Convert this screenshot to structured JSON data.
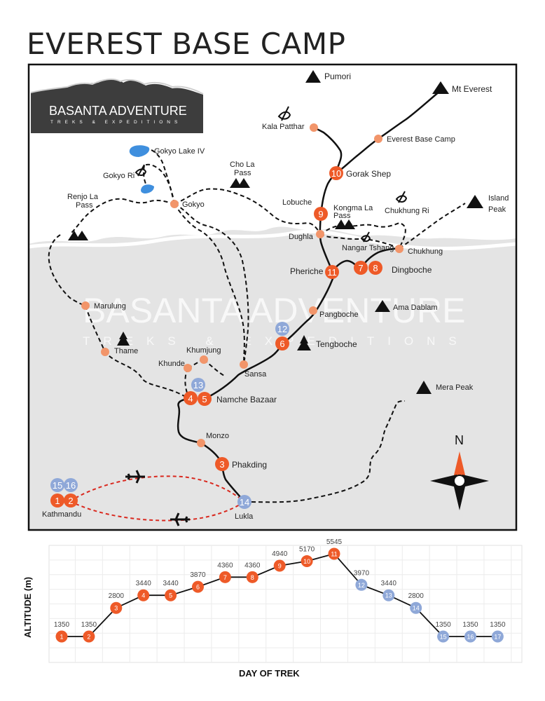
{
  "title": "EVEREST BASE CAMP",
  "logo": {
    "name": "BASANTA ADVENTURE",
    "tagline": "TREKS & EXPEDITIONS",
    "watermark": "BASANTA ADVENTURE",
    "watermark_tag": "TREKS & EXPEDITIONS"
  },
  "compass": {
    "north": "N"
  },
  "colors": {
    "ascent": "#ee5a28",
    "descent": "#8fa8d8",
    "waypoint": "#f2956a",
    "route_red": "#d9281e",
    "lake": "#3f8fde",
    "lowland": "#e4e4e4"
  },
  "places": [
    {
      "id": "pumori",
      "label": "Pumori",
      "type": "mountain-icon"
    },
    {
      "id": "everest",
      "label": "Mt Everest",
      "type": "mountain-icon"
    },
    {
      "id": "kalapatthar",
      "label": "Kala Patthar",
      "type": "viewpoint-icon"
    },
    {
      "id": "ebc",
      "label": "Everest Base Camp",
      "type": "waypoint"
    },
    {
      "id": "gorakshep",
      "label": "Gorak Shep",
      "type": "stop"
    },
    {
      "id": "gokyolake",
      "label": "Gokyo Lake IV",
      "type": "lake"
    },
    {
      "id": "chola",
      "label": "Cho La Pass",
      "type": "pass"
    },
    {
      "id": "gokyori",
      "label": "Gokyo Ri",
      "type": "viewpoint-icon"
    },
    {
      "id": "gokyo",
      "label": "Gokyo",
      "type": "waypoint"
    },
    {
      "id": "lobuche",
      "label": "Lobuche",
      "type": "stop"
    },
    {
      "id": "kongmala",
      "label": "Kongma La Pass",
      "type": "pass"
    },
    {
      "id": "chukhungri",
      "label": "Chukhung Ri",
      "type": "viewpoint-icon"
    },
    {
      "id": "island",
      "label": "Island Peak",
      "type": "mountain-icon"
    },
    {
      "id": "renjola",
      "label": "Renjo La Pass",
      "type": "pass"
    },
    {
      "id": "dughla",
      "label": "Dughla",
      "type": "waypoint"
    },
    {
      "id": "nangar",
      "label": "Nangar Tshang",
      "type": "viewpoint-icon"
    },
    {
      "id": "chukhung",
      "label": "Chukhung",
      "type": "waypoint"
    },
    {
      "id": "pheriche",
      "label": "Pheriche",
      "type": "stop"
    },
    {
      "id": "dingboche",
      "label": "Dingboche",
      "type": "stop"
    },
    {
      "id": "marulung",
      "label": "Marulung",
      "type": "waypoint"
    },
    {
      "id": "amadablam",
      "label": "Ama Dablam",
      "type": "mountain-icon"
    },
    {
      "id": "pangboche",
      "label": "Pangboche",
      "type": "waypoint"
    },
    {
      "id": "thame",
      "label": "Thame",
      "type": "waypoint"
    },
    {
      "id": "tengboche",
      "label": "Tengboche",
      "type": "stop"
    },
    {
      "id": "khumjung",
      "label": "Khumjung",
      "type": "waypoint"
    },
    {
      "id": "khunde",
      "label": "Khunde",
      "type": "waypoint"
    },
    {
      "id": "sansa",
      "label": "Sansa",
      "type": "waypoint"
    },
    {
      "id": "namche",
      "label": "Namche Bazaar",
      "type": "stop"
    },
    {
      "id": "merapeak",
      "label": "Mera Peak",
      "type": "mountain-icon"
    },
    {
      "id": "monzo",
      "label": "Monzo",
      "type": "waypoint"
    },
    {
      "id": "phakding",
      "label": "Phakding",
      "type": "stop"
    },
    {
      "id": "kathmandu",
      "label": "Kathmandu",
      "type": "stop"
    },
    {
      "id": "lukla",
      "label": "Lukla",
      "type": "stop"
    }
  ],
  "stops": [
    {
      "n": "1",
      "kind": "ascent"
    },
    {
      "n": "2",
      "kind": "ascent"
    },
    {
      "n": "3",
      "kind": "ascent"
    },
    {
      "n": "4",
      "kind": "ascent"
    },
    {
      "n": "5",
      "kind": "ascent"
    },
    {
      "n": "6",
      "kind": "ascent"
    },
    {
      "n": "7",
      "kind": "ascent"
    },
    {
      "n": "8",
      "kind": "ascent"
    },
    {
      "n": "9",
      "kind": "ascent"
    },
    {
      "n": "10",
      "kind": "ascent"
    },
    {
      "n": "11",
      "kind": "ascent"
    },
    {
      "n": "12",
      "kind": "descent"
    },
    {
      "n": "13",
      "kind": "descent"
    },
    {
      "n": "14",
      "kind": "descent"
    },
    {
      "n": "15",
      "kind": "descent"
    },
    {
      "n": "16",
      "kind": "descent"
    }
  ],
  "chart_data": {
    "type": "line",
    "title": "",
    "xlabel": "DAY OF TREK",
    "ylabel": "ALTITUDE (m)",
    "x": [
      1,
      2,
      3,
      4,
      5,
      6,
      7,
      8,
      9,
      10,
      11,
      12,
      13,
      14,
      15,
      16,
      17
    ],
    "values": [
      1350,
      1350,
      2800,
      3440,
      3440,
      3870,
      4360,
      4360,
      4940,
      5170,
      5545,
      3970,
      3440,
      2800,
      1350,
      1350,
      1350
    ],
    "descent_from_day": 12,
    "ylim": [
      0,
      6000
    ],
    "grid": true,
    "legend": "none"
  }
}
